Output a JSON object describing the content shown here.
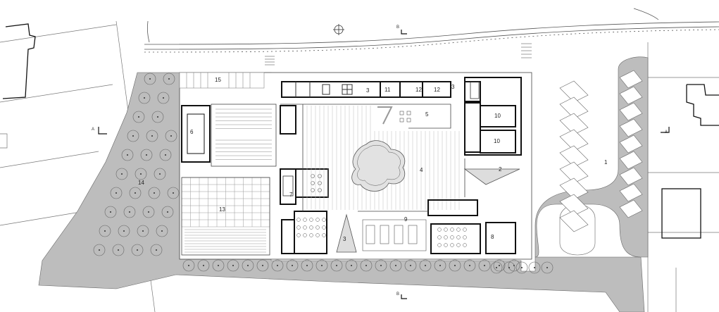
{
  "labels": {
    "l1": "1",
    "l2": "2",
    "l3a": "3",
    "l3b": "3",
    "l3c": "3",
    "l4": "4",
    "l5": "5",
    "l6": "6",
    "l7": "7",
    "l8": "8",
    "l9": "9",
    "l10a": "10",
    "l10b": "10",
    "l11": "11",
    "l12a": "12",
    "l12b": "12",
    "l13": "13",
    "l14": "14",
    "l15": "15"
  },
  "section_marks": {
    "a_left": "A",
    "a_right": "A",
    "b_top": "B",
    "b_bottom": "B"
  },
  "colors": {
    "paving": "#bdbdbd",
    "wall": "#111111",
    "line": "#555555",
    "water": "#e2e2e2"
  }
}
